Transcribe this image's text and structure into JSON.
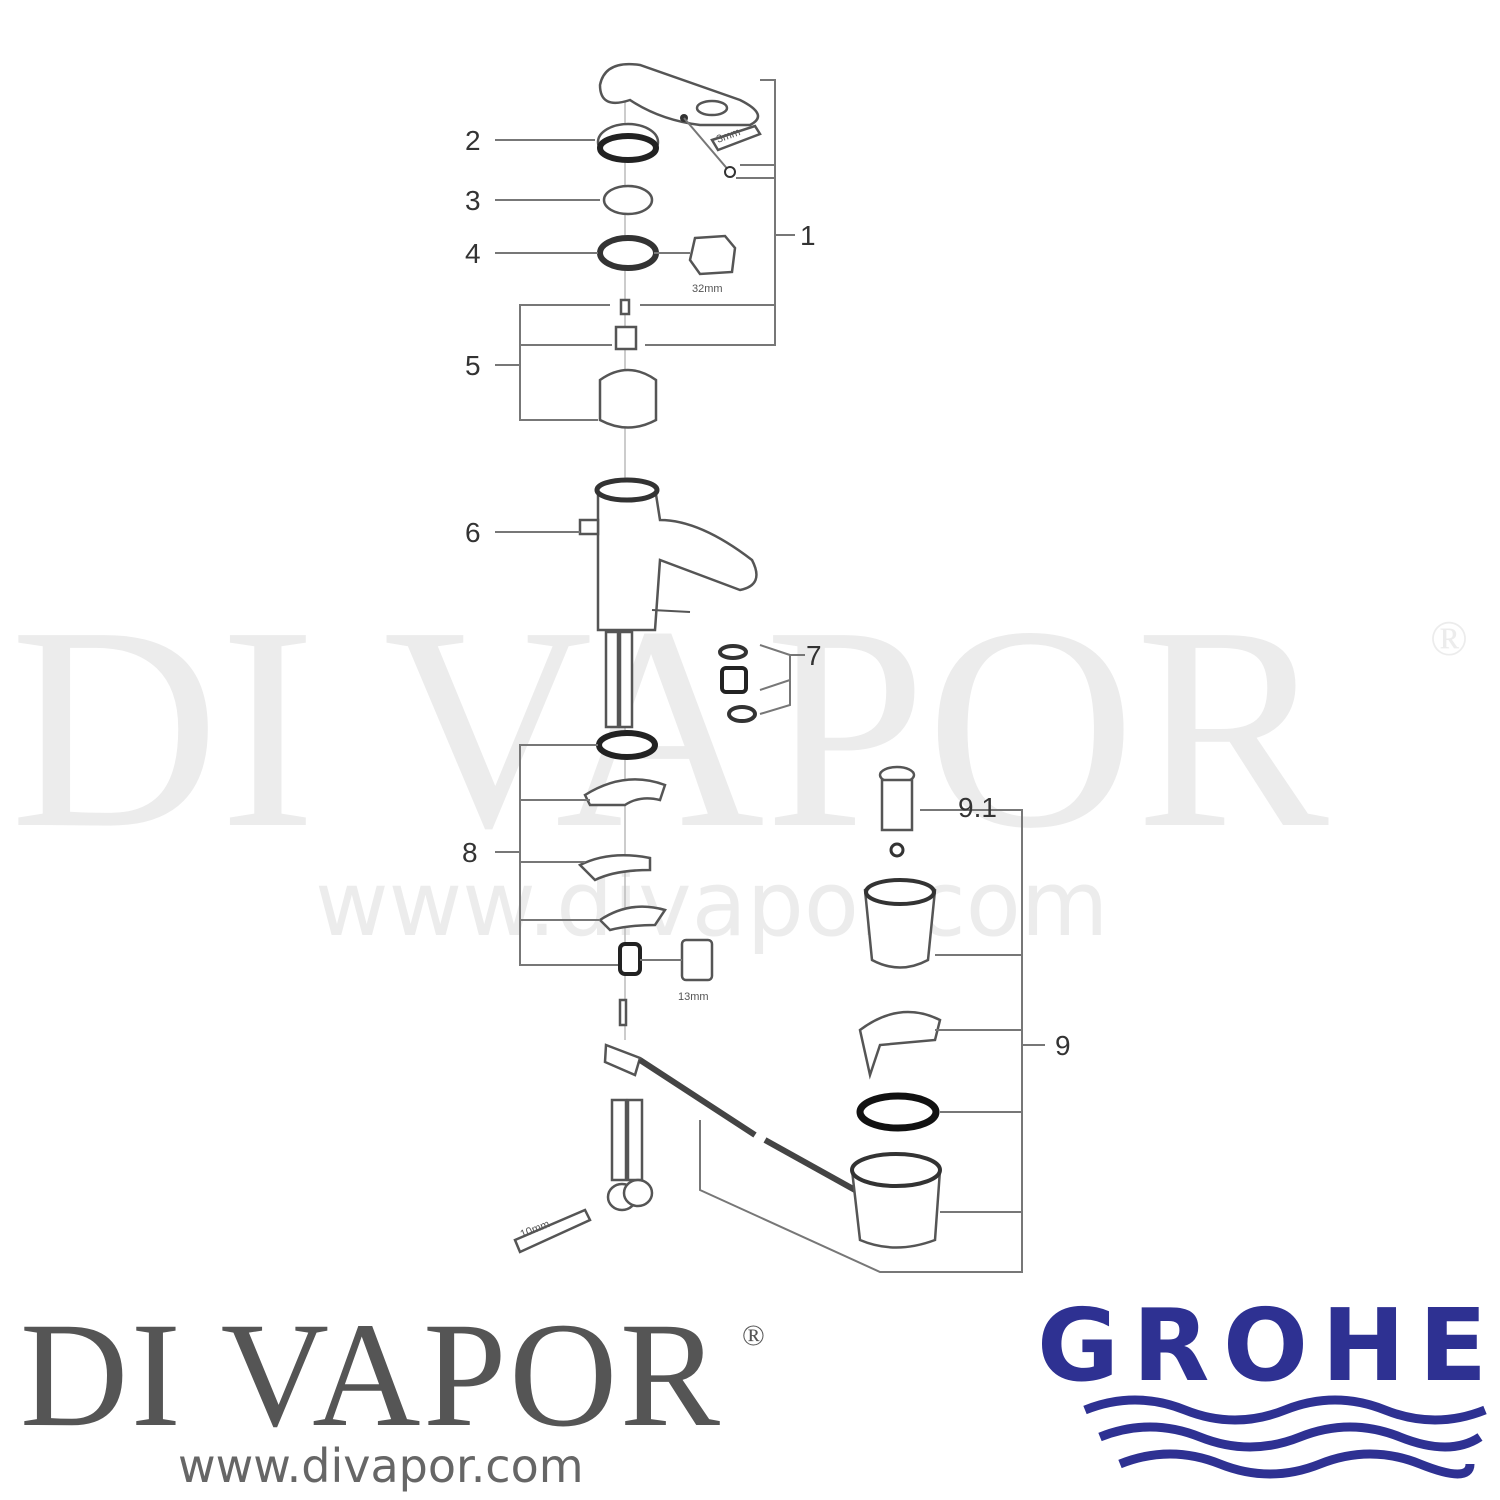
{
  "watermark": {
    "text": "DI VAPOR",
    "registered": "®",
    "url": "www.divapor.com"
  },
  "callouts": {
    "p1": "1",
    "p2": "2",
    "p3": "3",
    "p4": "4",
    "p5": "5",
    "p6": "6",
    "p7": "7",
    "p8": "8",
    "p9": "9",
    "p9_1": "9.1"
  },
  "tool_sizes": {
    "hex_key": "3mm",
    "wrench_32": "32mm",
    "wrench_13": "13mm",
    "wrench_10": "10mm"
  },
  "footer": {
    "logo_text": "DI VAPOR",
    "logo_registered": "®",
    "url": "www.divapor.com",
    "brand": "GROHE",
    "brand_color": "#2e3192",
    "logo_color": "#555555"
  }
}
